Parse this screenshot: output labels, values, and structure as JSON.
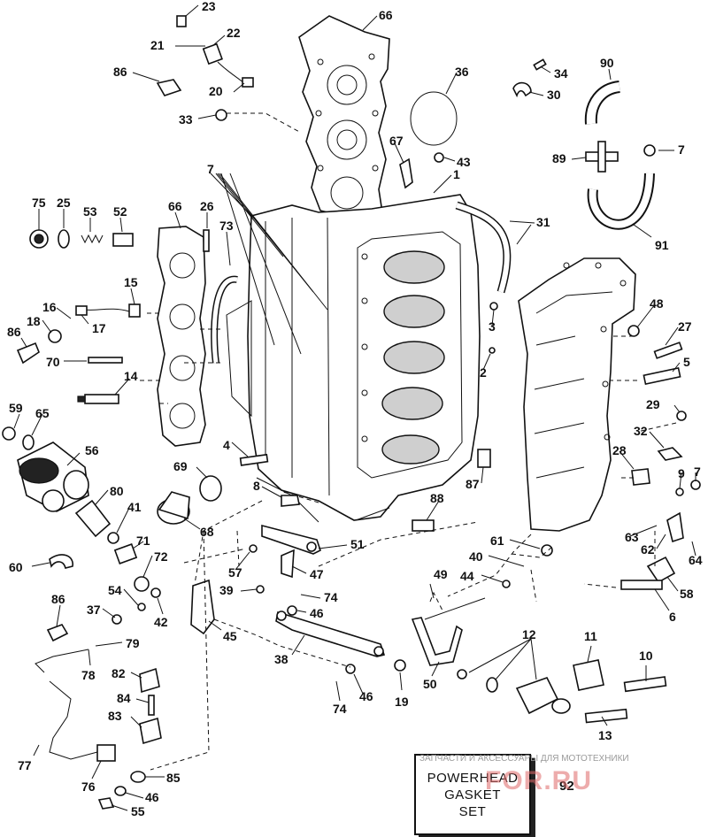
{
  "callouts": [
    {
      "id": "c23",
      "label": "23"
    },
    {
      "id": "c21",
      "label": "21"
    },
    {
      "id": "c22",
      "label": "22"
    },
    {
      "id": "c86a",
      "label": "86"
    },
    {
      "id": "c20",
      "label": "20"
    },
    {
      "id": "c33",
      "label": "33"
    },
    {
      "id": "c66a",
      "label": "66"
    },
    {
      "id": "c36",
      "label": "36"
    },
    {
      "id": "c34",
      "label": "34"
    },
    {
      "id": "c30",
      "label": "30"
    },
    {
      "id": "c90",
      "label": "90"
    },
    {
      "id": "c7a",
      "label": "7"
    },
    {
      "id": "c67",
      "label": "67"
    },
    {
      "id": "c43",
      "label": "43"
    },
    {
      "id": "c89",
      "label": "89"
    },
    {
      "id": "c7b",
      "label": "7"
    },
    {
      "id": "c1",
      "label": "1"
    },
    {
      "id": "c31",
      "label": "31"
    },
    {
      "id": "c91",
      "label": "91"
    },
    {
      "id": "c75",
      "label": "75"
    },
    {
      "id": "c25",
      "label": "25"
    },
    {
      "id": "c53",
      "label": "53"
    },
    {
      "id": "c52",
      "label": "52"
    },
    {
      "id": "c66b",
      "label": "66"
    },
    {
      "id": "c26",
      "label": "26"
    },
    {
      "id": "c73",
      "label": "73"
    },
    {
      "id": "c15",
      "label": "15"
    },
    {
      "id": "c16",
      "label": "16"
    },
    {
      "id": "c18",
      "label": "18"
    },
    {
      "id": "c17",
      "label": "17"
    },
    {
      "id": "c86b",
      "label": "86"
    },
    {
      "id": "c70",
      "label": "70"
    },
    {
      "id": "c14",
      "label": "14"
    },
    {
      "id": "c48",
      "label": "48"
    },
    {
      "id": "c27",
      "label": "27"
    },
    {
      "id": "c3",
      "label": "3"
    },
    {
      "id": "c5",
      "label": "5"
    },
    {
      "id": "c2",
      "label": "2"
    },
    {
      "id": "c59",
      "label": "59"
    },
    {
      "id": "c65",
      "label": "65"
    },
    {
      "id": "c29",
      "label": "29"
    },
    {
      "id": "c4",
      "label": "4"
    },
    {
      "id": "c32",
      "label": "32"
    },
    {
      "id": "c56",
      "label": "56"
    },
    {
      "id": "c69",
      "label": "69"
    },
    {
      "id": "c28",
      "label": "28"
    },
    {
      "id": "c9",
      "label": "9"
    },
    {
      "id": "c7c",
      "label": "7"
    },
    {
      "id": "c87",
      "label": "87"
    },
    {
      "id": "c8",
      "label": "8"
    },
    {
      "id": "c80",
      "label": "80"
    },
    {
      "id": "c41",
      "label": "41"
    },
    {
      "id": "c88",
      "label": "88"
    },
    {
      "id": "c68",
      "label": "68"
    },
    {
      "id": "c61",
      "label": "61"
    },
    {
      "id": "c63",
      "label": "63"
    },
    {
      "id": "c62",
      "label": "62"
    },
    {
      "id": "c71",
      "label": "71"
    },
    {
      "id": "c51",
      "label": "51"
    },
    {
      "id": "c64",
      "label": "64"
    },
    {
      "id": "c60",
      "label": "60"
    },
    {
      "id": "c72",
      "label": "72"
    },
    {
      "id": "c40",
      "label": "40"
    },
    {
      "id": "c57",
      "label": "57"
    },
    {
      "id": "c47",
      "label": "47"
    },
    {
      "id": "c49",
      "label": "49"
    },
    {
      "id": "c44",
      "label": "44"
    },
    {
      "id": "c58",
      "label": "58"
    },
    {
      "id": "c54",
      "label": "54"
    },
    {
      "id": "c39",
      "label": "39"
    },
    {
      "id": "c74a",
      "label": "74"
    },
    {
      "id": "c42",
      "label": "42"
    },
    {
      "id": "c86c",
      "label": "86"
    },
    {
      "id": "c37",
      "label": "37"
    },
    {
      "id": "c46a",
      "label": "46"
    },
    {
      "id": "c45",
      "label": "45"
    },
    {
      "id": "c6",
      "label": "6"
    },
    {
      "id": "c11",
      "label": "11"
    },
    {
      "id": "c12",
      "label": "12"
    },
    {
      "id": "c79",
      "label": "79"
    },
    {
      "id": "c38",
      "label": "38"
    },
    {
      "id": "c10",
      "label": "10"
    },
    {
      "id": "c78",
      "label": "78"
    },
    {
      "id": "c82",
      "label": "82"
    },
    {
      "id": "c50",
      "label": "50"
    },
    {
      "id": "c84",
      "label": "84"
    },
    {
      "id": "c46b",
      "label": "46"
    },
    {
      "id": "c19",
      "label": "19"
    },
    {
      "id": "c74b",
      "label": "74"
    },
    {
      "id": "c83",
      "label": "83"
    },
    {
      "id": "c13",
      "label": "13"
    },
    {
      "id": "c77",
      "label": "77"
    },
    {
      "id": "c76",
      "label": "76"
    },
    {
      "id": "c85",
      "label": "85"
    },
    {
      "id": "c46c",
      "label": "46"
    },
    {
      "id": "c55",
      "label": "55"
    }
  ],
  "kit": {
    "lines": [
      "POWERHEAD",
      "GASKET",
      "SET"
    ],
    "number": "92"
  },
  "watermark": {
    "text_small": "ЗАПЧАСТИ И АКСЕССУАРЫ ДЛЯ МОТОТЕХНИКИ",
    "text_big": "FOR.RU"
  }
}
